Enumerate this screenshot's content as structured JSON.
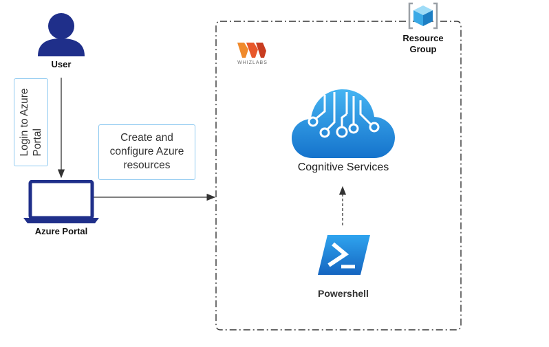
{
  "nodes": {
    "user": {
      "label": "User"
    },
    "azure_portal": {
      "label": "Azure Portal"
    },
    "resource_group": {
      "label_line1": "Resource",
      "label_line2": "Group"
    },
    "cognitive_services": {
      "label": "Cognitive Services"
    },
    "powershell": {
      "label": "Powershell"
    },
    "whizlabs_logo": {
      "text": "WHIZLABS"
    }
  },
  "notes": {
    "login": {
      "line1": "Login to Azure",
      "line2": "Portal"
    },
    "create": {
      "line1": "Create and",
      "line2": "configure Azure",
      "line3": "resources"
    }
  },
  "colors": {
    "navy": "#1f2f8a",
    "azure_blue": "#1e8fde",
    "logo_orange": "#e8572a",
    "line": "#333333"
  }
}
